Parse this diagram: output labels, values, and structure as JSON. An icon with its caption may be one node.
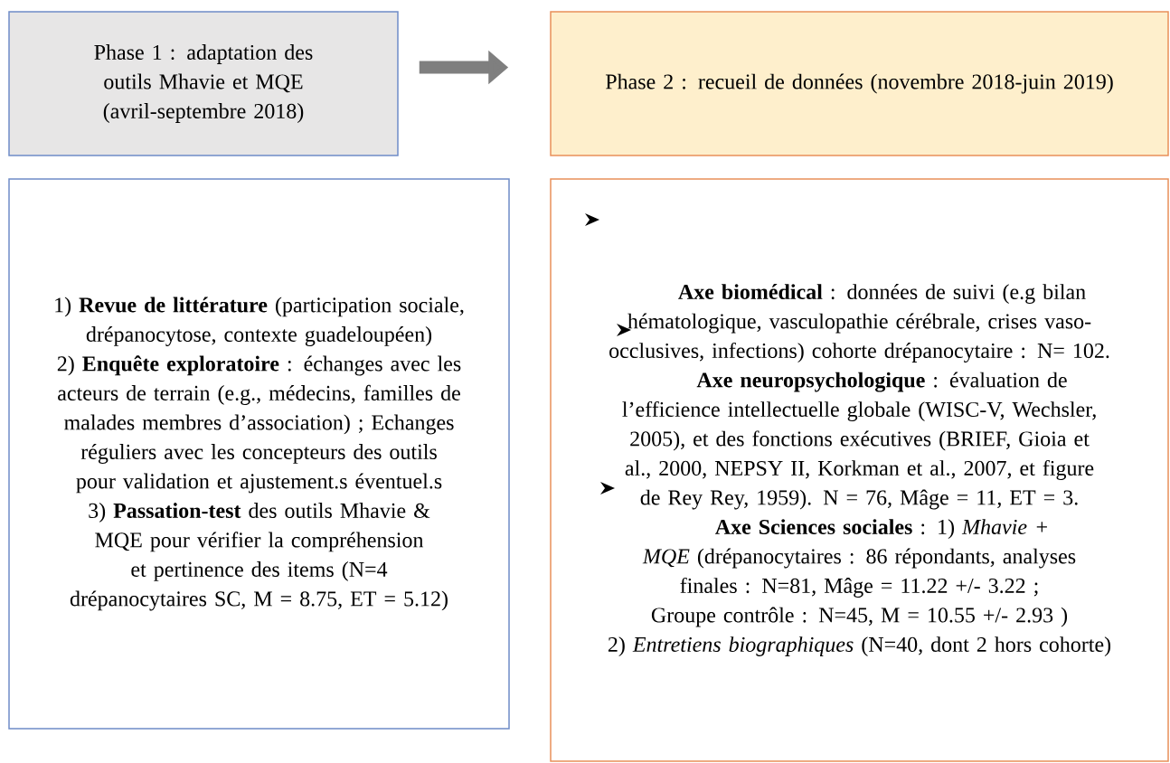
{
  "diagram": {
    "nodes": [
      {
        "text": [
          "Phase 1 : adaptation des outils Mhavie et MQE (avril-septembre 2018)"
        ]
      },
      {
        "text": [
          "Phase 2 : recueil de données (novembre 2018-juin 2019)"
        ]
      },
      {
        "text": [
          "1) **Revue de littérature** (participation sociale, drépanocytose, contexte guadeloupéen)",
          "2) **Enquête exploratoire** : échanges avec les acteurs de terrain (e.g., médecins, familles de malades membres d’association) ; Echanges réguliers avec les concepteurs des outils pour validation et ajustement.s éventuel.s",
          "3) **Passation-test** des outils Mhavie & MQE pour vérifier la compréhension et pertinence des items (N=4 drépanocytaires SC, M = 8.75, ET = 5.12)"
        ]
      },
      {
        "text": [
          "**Axe biomédical** : données de suivi (e.g bilan hématologique, vasculopathie cérébrale, crises vaso-occlusives, infections) cohorte drépanocytaire : N= 102.",
          "**Axe neuropsychologique** : évaluation de l’efficience intellectuelle globale (WISC-V, Wechsler, 2005), et des fonctions exécutives (BRIEF, Gioia et al., 2000, NEPSY II, Korkman et al., 2007, et figure de Rey Rey, 1959). N = 76, Mâge = 11, ET = 3.",
          "**Axe Sciences sociales** : 1) *Mhavie + MQE* (drépanocytaires : 86 répondants, analyses finales : N=81, Mâge = 11.22 +/- 3.22 ; Groupe contrôle : N=45, M = 10.55 +/- 2.93 )",
          "2) *Entretiens biographiques* (N=40, dont 2 hors cohorte)"
        ]
      }
    ],
    "edges": [
      {
        "from": 0,
        "to": 1,
        "arrow": "to"
      }
    ]
  }
}
